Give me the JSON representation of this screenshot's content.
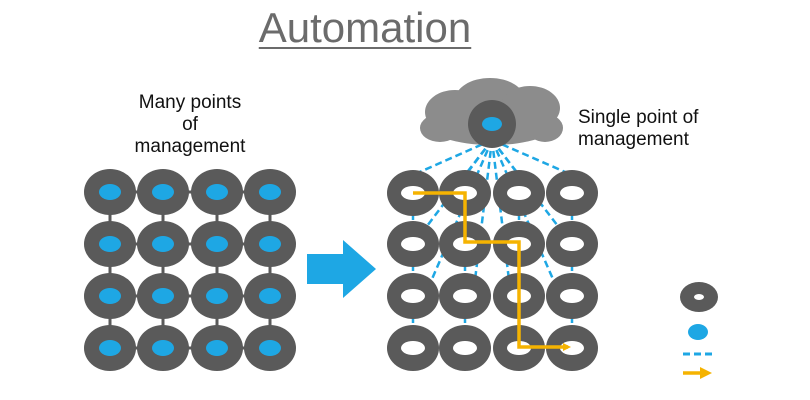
{
  "title": "Automation",
  "left_caption": [
    "Many points",
    "of",
    "management"
  ],
  "right_caption": [
    "Single point of",
    "management"
  ],
  "colors": {
    "node": "#5a5a5a",
    "core": "#1ea7e4",
    "link": "#1ea7e4",
    "path": "#f5b301",
    "cloud": "#8c8c8c",
    "title": "#6b6b6b"
  },
  "legend": [
    "node-icon",
    "core-icon",
    "management-link-icon",
    "automation-path-icon"
  ]
}
